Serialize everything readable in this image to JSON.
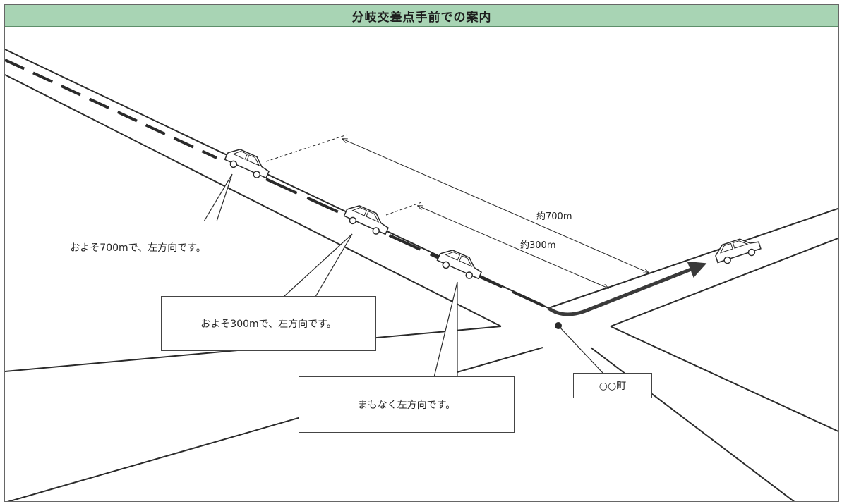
{
  "title": "分岐交差点手前での案内",
  "guidance": {
    "msg_700": "およそ700mで、左方向です。",
    "msg_300": "およそ300mで、左方向です。",
    "msg_soon": "まもなく左方向です。"
  },
  "distances": {
    "label_700": "約700m",
    "label_300": "約300m"
  },
  "place": {
    "label": "○○町"
  },
  "colors": {
    "title_bar": "#a8d4b4",
    "line": "#2a2a2a",
    "route": "#3a3a3a"
  },
  "icons": [
    "car-icon",
    "route-arrow-icon",
    "intersection-marker-icon"
  ]
}
